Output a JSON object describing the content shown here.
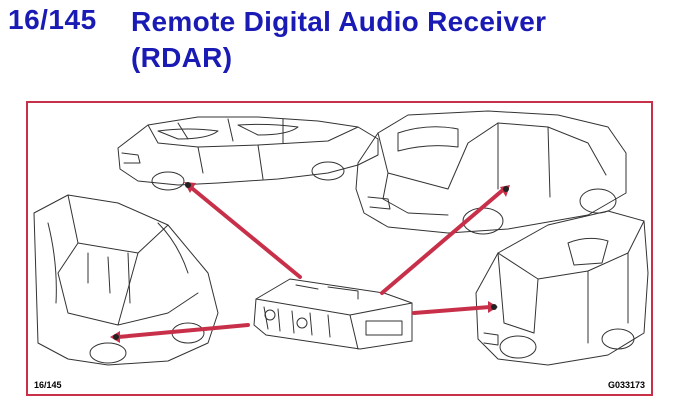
{
  "header": {
    "number": "16/145",
    "title": "Remote Digital Audio Receiver (RDAR)"
  },
  "figure": {
    "footer_left": "16/145",
    "footer_right": "G033173",
    "colors": {
      "title": "#1a1ab4",
      "frame": "#c8304a",
      "arrow": "#c8304a",
      "line": "#333333"
    },
    "components": [
      "convertible-car",
      "hatchback-car",
      "wagon-car",
      "sedan-car",
      "rdar-module"
    ]
  }
}
